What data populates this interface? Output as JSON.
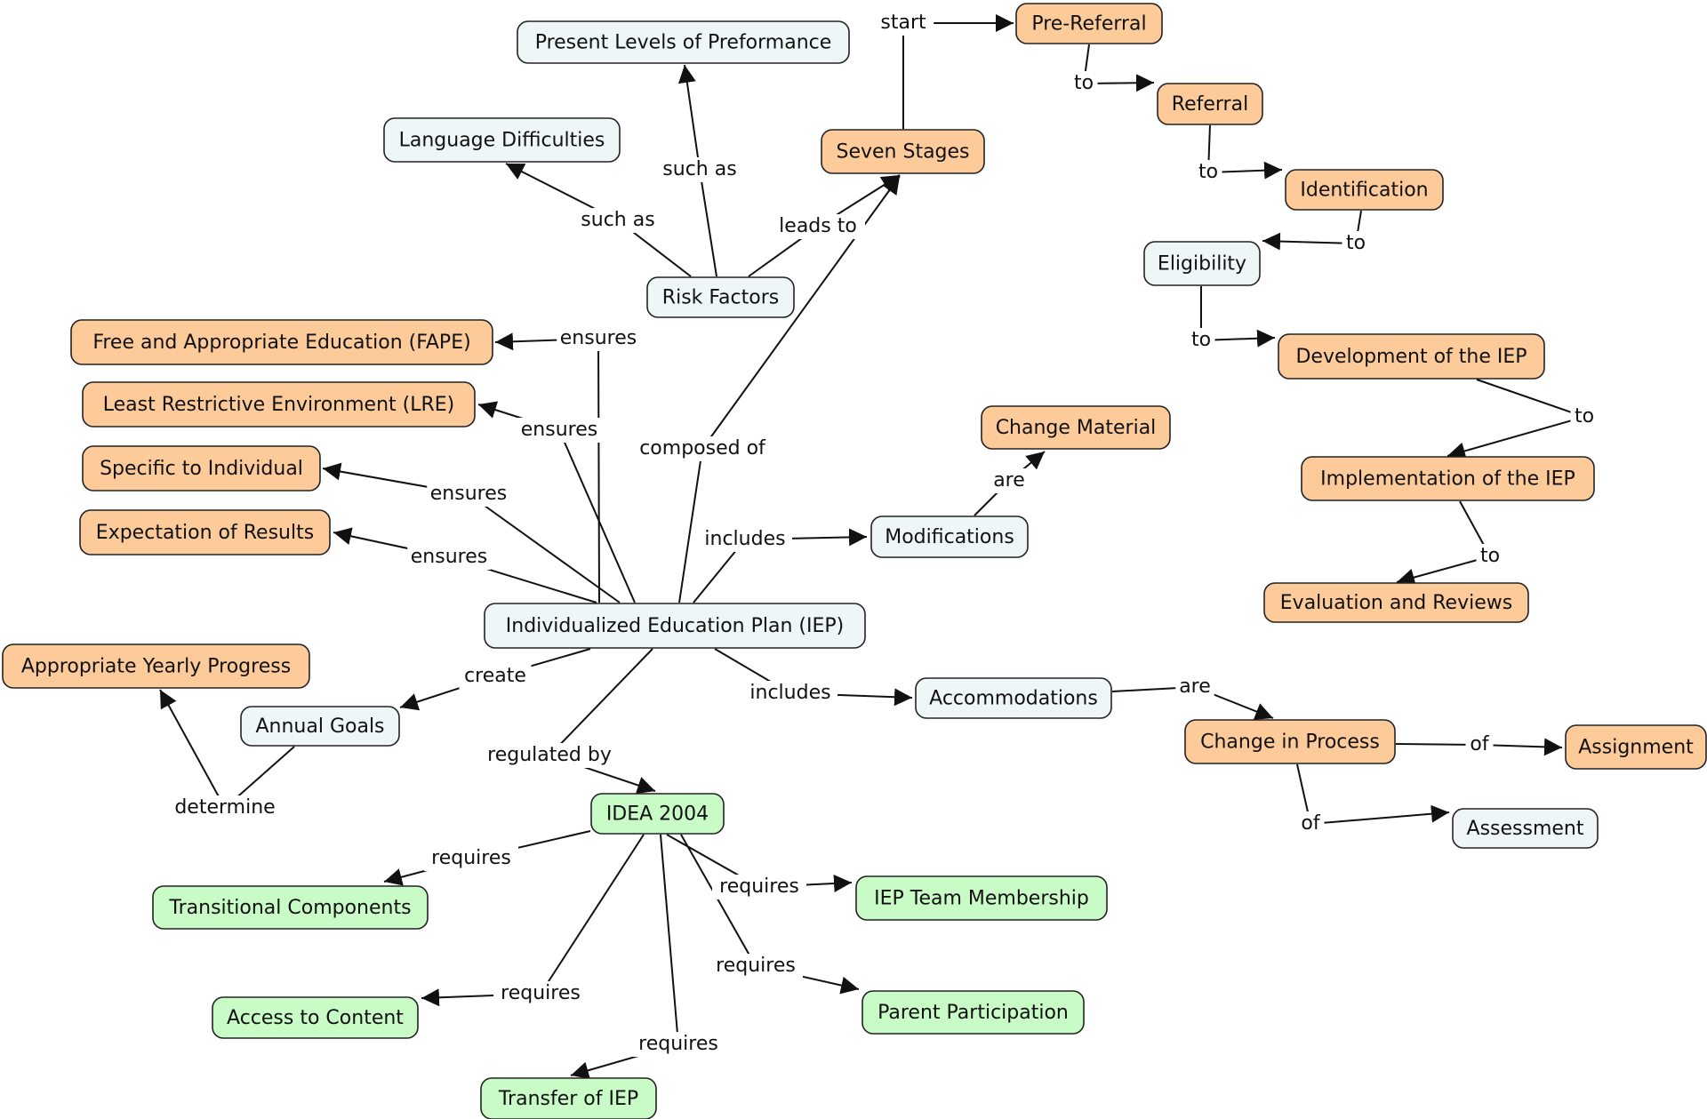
{
  "colors": {
    "orange_fill": "#FDCB9A",
    "blue_fill": "#EFF6F8",
    "green_fill": "#C9FBC6",
    "stroke": "#222222",
    "text": "#111111"
  },
  "nodes": [
    {
      "id": "iep",
      "label": "Individualized Education Plan (IEP)",
      "style": "blue"
    },
    {
      "id": "present_levels",
      "label": "Present Levels of Preformance",
      "style": "blue"
    },
    {
      "id": "language",
      "label": "Language Difficulties",
      "style": "blue"
    },
    {
      "id": "risk",
      "label": "Risk Factors",
      "style": "blue"
    },
    {
      "id": "seven",
      "label": "Seven Stages",
      "style": "orange"
    },
    {
      "id": "prereferral",
      "label": "Pre-Referral",
      "style": "orange"
    },
    {
      "id": "referral",
      "label": "Referral",
      "style": "orange"
    },
    {
      "id": "identification",
      "label": "Identification",
      "style": "orange"
    },
    {
      "id": "eligibility",
      "label": "Eligibility",
      "style": "blue"
    },
    {
      "id": "development",
      "label": "Development of the IEP",
      "style": "orange"
    },
    {
      "id": "implementation",
      "label": "Implementation of the IEP",
      "style": "orange"
    },
    {
      "id": "evaluation",
      "label": "Evaluation and Reviews",
      "style": "orange"
    },
    {
      "id": "fape",
      "label": "Free and Appropriate Education (FAPE)",
      "style": "orange"
    },
    {
      "id": "lre",
      "label": "Least Restrictive Environment (LRE)",
      "style": "orange"
    },
    {
      "id": "specific",
      "label": "Specific to Individual",
      "style": "orange"
    },
    {
      "id": "expectation",
      "label": "Expectation of Results",
      "style": "orange"
    },
    {
      "id": "change_material",
      "label": "Change Material",
      "style": "orange"
    },
    {
      "id": "modifications",
      "label": "Modifications",
      "style": "blue"
    },
    {
      "id": "ayp",
      "label": "Appropriate Yearly Progress",
      "style": "orange"
    },
    {
      "id": "annual_goals",
      "label": "Annual Goals",
      "style": "blue"
    },
    {
      "id": "accommodations",
      "label": "Accommodations",
      "style": "blue"
    },
    {
      "id": "change_process",
      "label": "Change in Process",
      "style": "orange"
    },
    {
      "id": "assignment",
      "label": "Assignment",
      "style": "orange"
    },
    {
      "id": "assessment",
      "label": "Assessment",
      "style": "blue"
    },
    {
      "id": "idea",
      "label": "IDEA 2004",
      "style": "green"
    },
    {
      "id": "transitional",
      "label": "Transitional Components",
      "style": "green"
    },
    {
      "id": "team",
      "label": "IEP Team Membership",
      "style": "green"
    },
    {
      "id": "access",
      "label": "Access to Content",
      "style": "green"
    },
    {
      "id": "parent",
      "label": "Parent Participation",
      "style": "green"
    },
    {
      "id": "transfer",
      "label": "Transfer of IEP",
      "style": "green"
    }
  ],
  "edges": [
    {
      "from": "risk",
      "to": "present_levels",
      "label": "such as"
    },
    {
      "from": "risk",
      "to": "language",
      "label": "such as"
    },
    {
      "from": "risk",
      "to": "seven",
      "label": "leads to"
    },
    {
      "from": "iep",
      "to": "seven",
      "label": "composed of"
    },
    {
      "from": "seven",
      "to": "prereferral",
      "label": "start"
    },
    {
      "from": "prereferral",
      "to": "referral",
      "label": "to"
    },
    {
      "from": "referral",
      "to": "identification",
      "label": "to"
    },
    {
      "from": "identification",
      "to": "eligibility",
      "label": "to"
    },
    {
      "from": "eligibility",
      "to": "development",
      "label": "to"
    },
    {
      "from": "development",
      "to": "implementation",
      "label": "to"
    },
    {
      "from": "implementation",
      "to": "evaluation",
      "label": "to"
    },
    {
      "from": "iep",
      "to": "fape",
      "label": "ensures"
    },
    {
      "from": "iep",
      "to": "lre",
      "label": "ensures"
    },
    {
      "from": "iep",
      "to": "specific",
      "label": "ensures"
    },
    {
      "from": "iep",
      "to": "expectation",
      "label": "ensures"
    },
    {
      "from": "iep",
      "to": "modifications",
      "label": "includes"
    },
    {
      "from": "modifications",
      "to": "change_material",
      "label": "are"
    },
    {
      "from": "iep",
      "to": "accommodations",
      "label": "includes"
    },
    {
      "from": "accommodations",
      "to": "change_process",
      "label": "are"
    },
    {
      "from": "change_process",
      "to": "assignment",
      "label": "of"
    },
    {
      "from": "change_process",
      "to": "assessment",
      "label": "of"
    },
    {
      "from": "iep",
      "to": "annual_goals",
      "label": "create"
    },
    {
      "from": "annual_goals",
      "to": "ayp",
      "label": "determine"
    },
    {
      "from": "iep",
      "to": "idea",
      "label": "regulated by"
    },
    {
      "from": "idea",
      "to": "transitional",
      "label": "requires"
    },
    {
      "from": "idea",
      "to": "team",
      "label": "requires"
    },
    {
      "from": "idea",
      "to": "parent",
      "label": "requires"
    },
    {
      "from": "idea",
      "to": "access",
      "label": "requires"
    },
    {
      "from": "idea",
      "to": "transfer",
      "label": "requires"
    }
  ]
}
